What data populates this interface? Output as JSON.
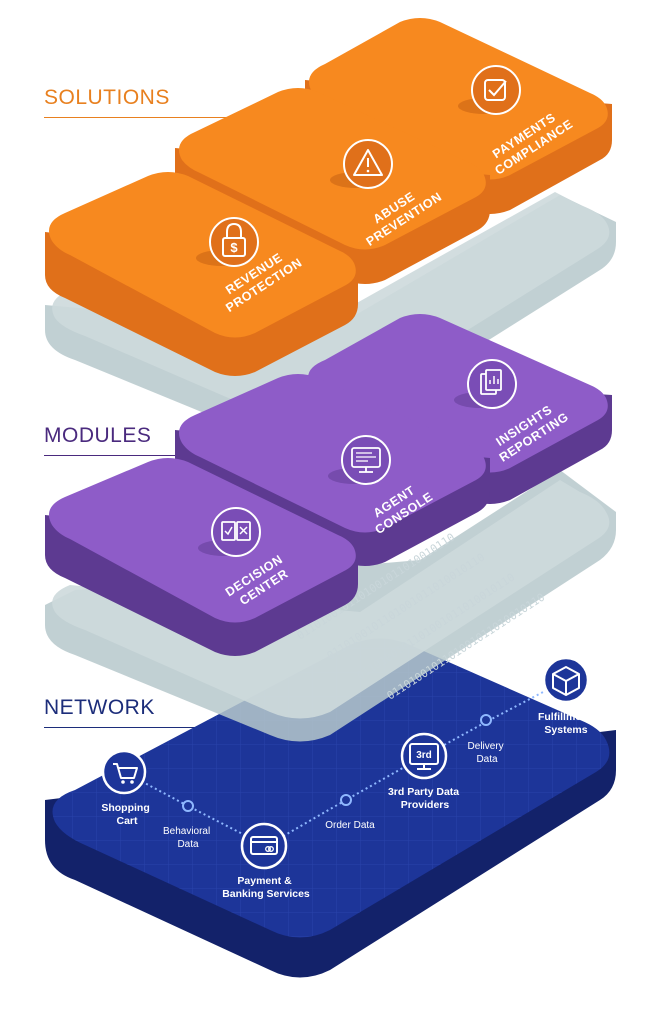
{
  "layers": {
    "solutions": "SOLUTIONS",
    "modules": "MODULES",
    "network": "NETWORK"
  },
  "solutions": {
    "revenue_protection": [
      "REVENUE",
      "PROTECTION"
    ],
    "abuse_prevention": [
      "ABUSE",
      "PREVENTION"
    ],
    "payments_compliance": [
      "PAYMENTS",
      "COMPLIANCE"
    ]
  },
  "modules": {
    "decision_center": [
      "DECISION",
      "CENTER"
    ],
    "agent_console": [
      "AGENT",
      "CONSOLE"
    ],
    "insights_reporting": [
      "INSIGHTS",
      "REPORTING"
    ]
  },
  "network": {
    "shopping_cart": [
      "Shopping",
      "Cart"
    ],
    "payment_banking": [
      "Payment &",
      "Banking Services"
    ],
    "third_party": [
      "3rd Party Data",
      "Providers"
    ],
    "third_party_badge": "3rd",
    "fulfillment": [
      "Fulfillment",
      "Systems"
    ],
    "behavioral_data": [
      "Behavioral",
      "Data"
    ],
    "order_data": [
      "Order Data"
    ],
    "delivery_data": [
      "Delivery",
      "Data"
    ]
  },
  "binary_text": "0110100101101001011010010110",
  "colors": {
    "orange_top": "#f7891f",
    "orange_side": "#e0701a",
    "purple_top": "#8e5cc8",
    "purple_side": "#5d3a91",
    "navy_top": "#1d3599",
    "navy_side": "#13226a",
    "glass": "#c7d6d8"
  }
}
